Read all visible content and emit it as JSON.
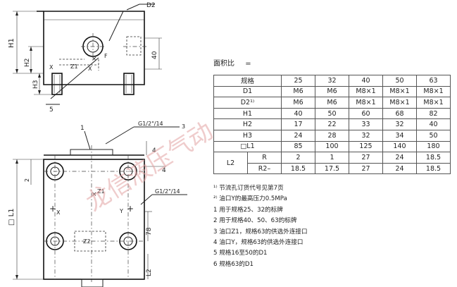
{
  "ratio_label": "面积比",
  "ratio_eq": "=",
  "table": {
    "header": [
      "规格",
      "25",
      "32",
      "40",
      "50",
      "63"
    ],
    "rows": [
      [
        "D1",
        "M6",
        "M6",
        "M8×1",
        "M8×1",
        "M8×1"
      ],
      [
        "D2¹⁾",
        "M6",
        "M6",
        "M8×1",
        "M8×1",
        "M8×1"
      ],
      [
        "H1",
        "40",
        "50",
        "60",
        "68",
        "82"
      ],
      [
        "H2",
        "17",
        "22",
        "33",
        "32",
        "40"
      ],
      [
        "H3",
        "24",
        "28",
        "32",
        "34",
        "50"
      ],
      [
        "□L1",
        "85",
        "100",
        "125",
        "140",
        "180"
      ]
    ],
    "l2_label": "L2",
    "l2_rows": [
      [
        "R",
        "2",
        "1",
        "27",
        "24",
        "18.5"
      ],
      [
        "R2–",
        "18.5",
        "17.5",
        "27",
        "24",
        "18.5"
      ]
    ]
  },
  "notes": [
    "¹⁾ 节流孔订货代号见第7页",
    "²⁾ 油口Y的最高压力0.5MPa",
    "1 用于规格25、32的标牌",
    "2 用于规格40、50、63的标牌",
    "3 油口Z1，规格63的供选外连接口",
    "4 油口Y，规格63的供选外连接口",
    "5 规格16至50的D1",
    "6 规格63的D1"
  ],
  "drawing": {
    "d2": "D2",
    "h1": "H1",
    "h2": "H2",
    "h3": "H3",
    "dim40": "40",
    "x": "X",
    "z1": "Z1",
    "f": "F",
    "n5": "5",
    "n1": "1",
    "n3": "3",
    "n4a": "4",
    "n4b": "4",
    "n2": "2",
    "g1": "G1/2\"/14",
    "g2": "G1/2\"/14",
    "l1": "□ L1",
    "z1b": "Z1",
    "xb": "X",
    "y": "Y",
    "z2": "Z2",
    "dim78": "78",
    "l2": "L2"
  },
  "watermark": "龙信液压气动"
}
